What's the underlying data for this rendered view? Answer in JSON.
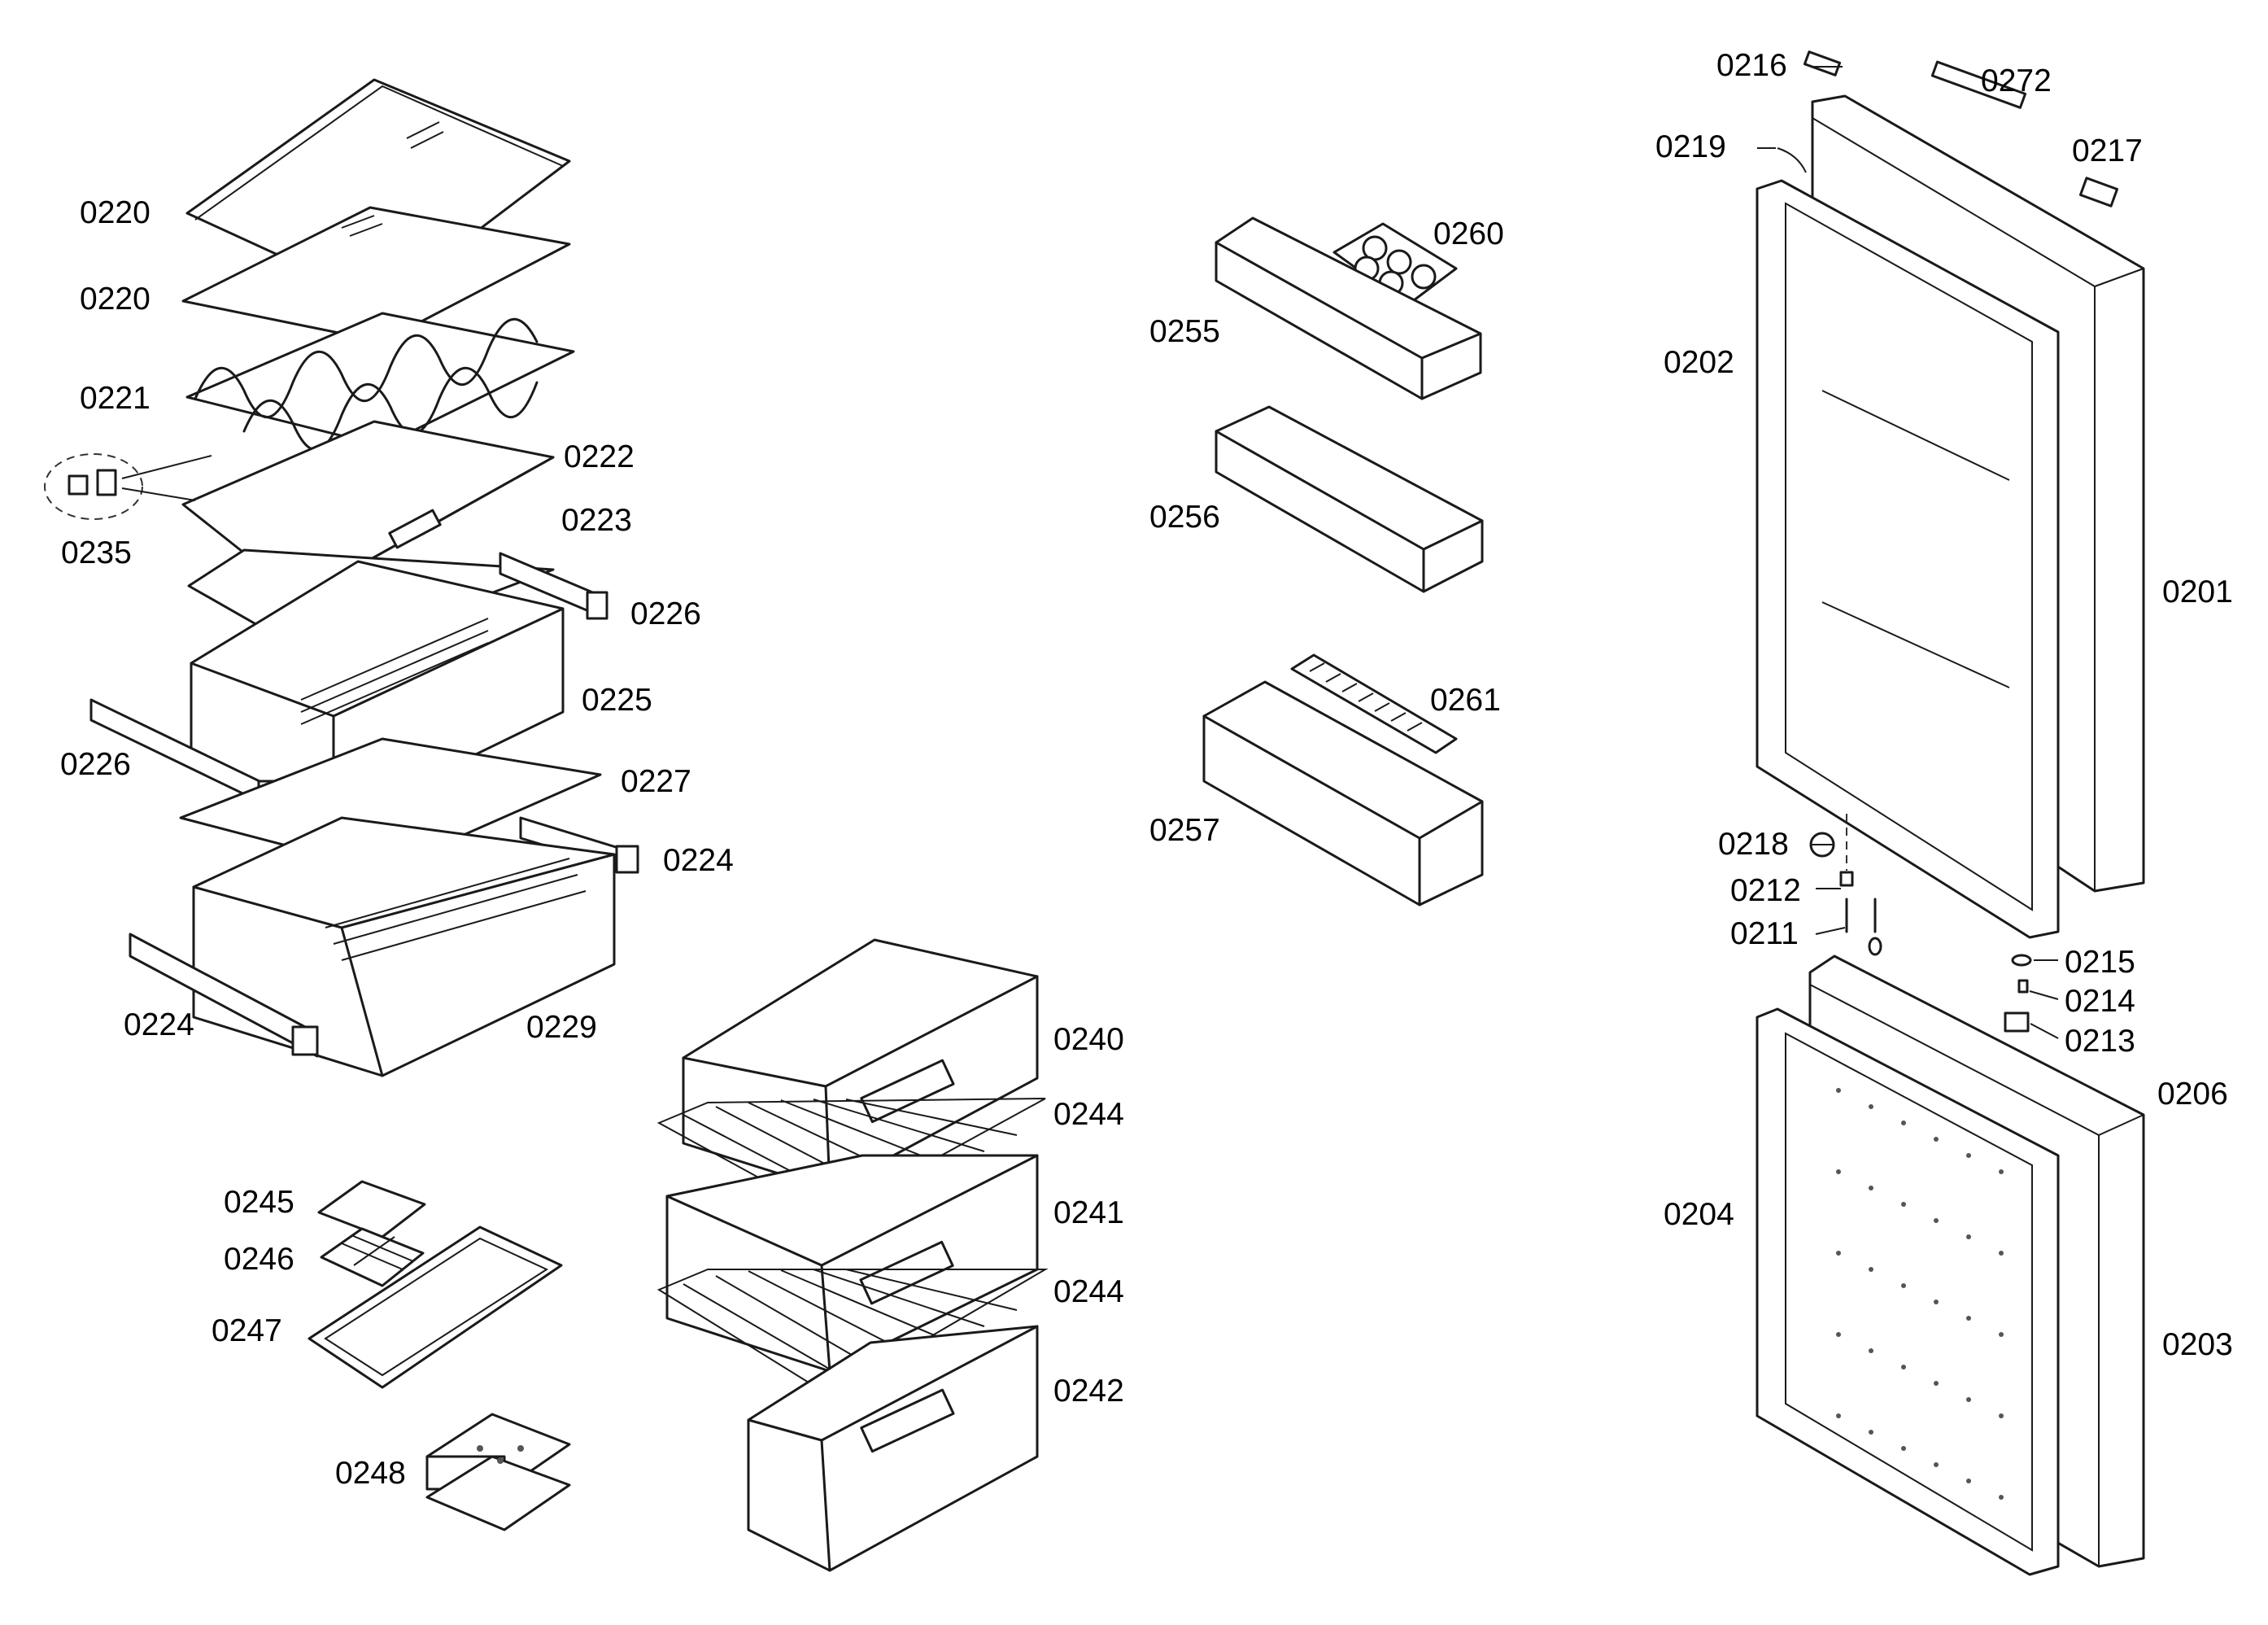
{
  "labels": {
    "p0220a": "0220",
    "p0220b": "0220",
    "p0221": "0221",
    "p0222": "0222",
    "p0223": "0223",
    "p0235": "0235",
    "p0226a": "0226",
    "p0226b": "0226",
    "p0225": "0225",
    "p0227": "0227",
    "p0224a": "0224",
    "p0224b": "0224",
    "p0229": "0229",
    "p0245": "0245",
    "p0246": "0246",
    "p0247": "0247",
    "p0248": "0248",
    "p0240": "0240",
    "p0244a": "0244",
    "p0241": "0241",
    "p0244b": "0244",
    "p0242": "0242",
    "p0260": "0260",
    "p0255": "0255",
    "p0256": "0256",
    "p0261": "0261",
    "p0257": "0257",
    "p0216": "0216",
    "p0272": "0272",
    "p0219": "0219",
    "p0217": "0217",
    "p0202": "0202",
    "p0201": "0201",
    "p0218": "0218",
    "p0212": "0212",
    "p0211": "0211",
    "p0215": "0215",
    "p0214": "0214",
    "p0213": "0213",
    "p0206": "0206",
    "p0204": "0204",
    "p0203": "0203"
  }
}
